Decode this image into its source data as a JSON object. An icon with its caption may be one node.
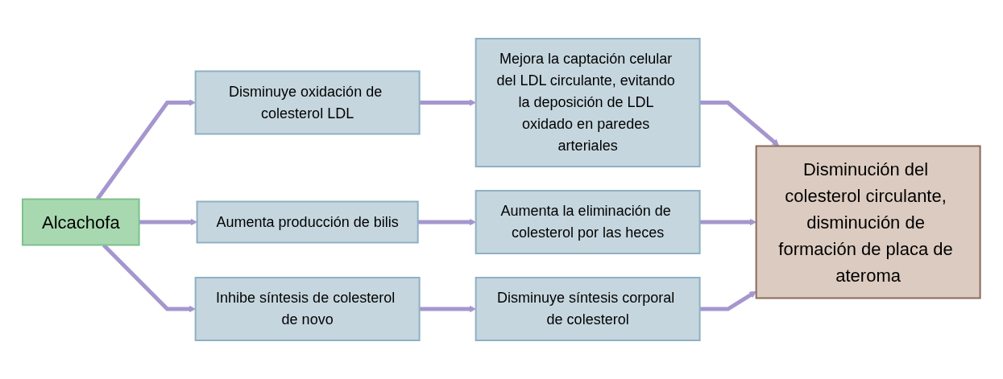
{
  "diagram": {
    "nodes": [
      {
        "text": [
          "Alcachofa"
        ]
      },
      {
        "text": [
          "Disminuye oxidación de colesterol LDL"
        ]
      },
      {
        "text": [
          "Aumenta producción de bilis"
        ]
      },
      {
        "text": [
          "Inhibe síntesis de colesterol de novo"
        ]
      },
      {
        "text": [
          "Mejora la captación celular del LDL circulante, evitando la deposición de LDL oxidado en paredes arteriales"
        ]
      },
      {
        "text": [
          "Aumenta la eliminación de colesterol por las heces"
        ]
      },
      {
        "text": [
          "Disminuye síntesis corporal de colesterol"
        ]
      },
      {
        "text": [
          "Disminución del colesterol circulante, disminución de formación de placa de ateroma"
        ]
      }
    ],
    "edges": [
      {
        "from": 0,
        "to": 1,
        "arrow": "to"
      },
      {
        "from": 0,
        "to": 2,
        "arrow": "to"
      },
      {
        "from": 0,
        "to": 3,
        "arrow": "to"
      },
      {
        "from": 1,
        "to": 4,
        "arrow": "to"
      },
      {
        "from": 2,
        "to": 5,
        "arrow": "to"
      },
      {
        "from": 3,
        "to": 6,
        "arrow": "to"
      },
      {
        "from": 4,
        "to": 7,
        "arrow": "to"
      },
      {
        "from": 5,
        "to": 7,
        "arrow": "to"
      },
      {
        "from": 6,
        "to": 7,
        "arrow": "to"
      }
    ]
  }
}
